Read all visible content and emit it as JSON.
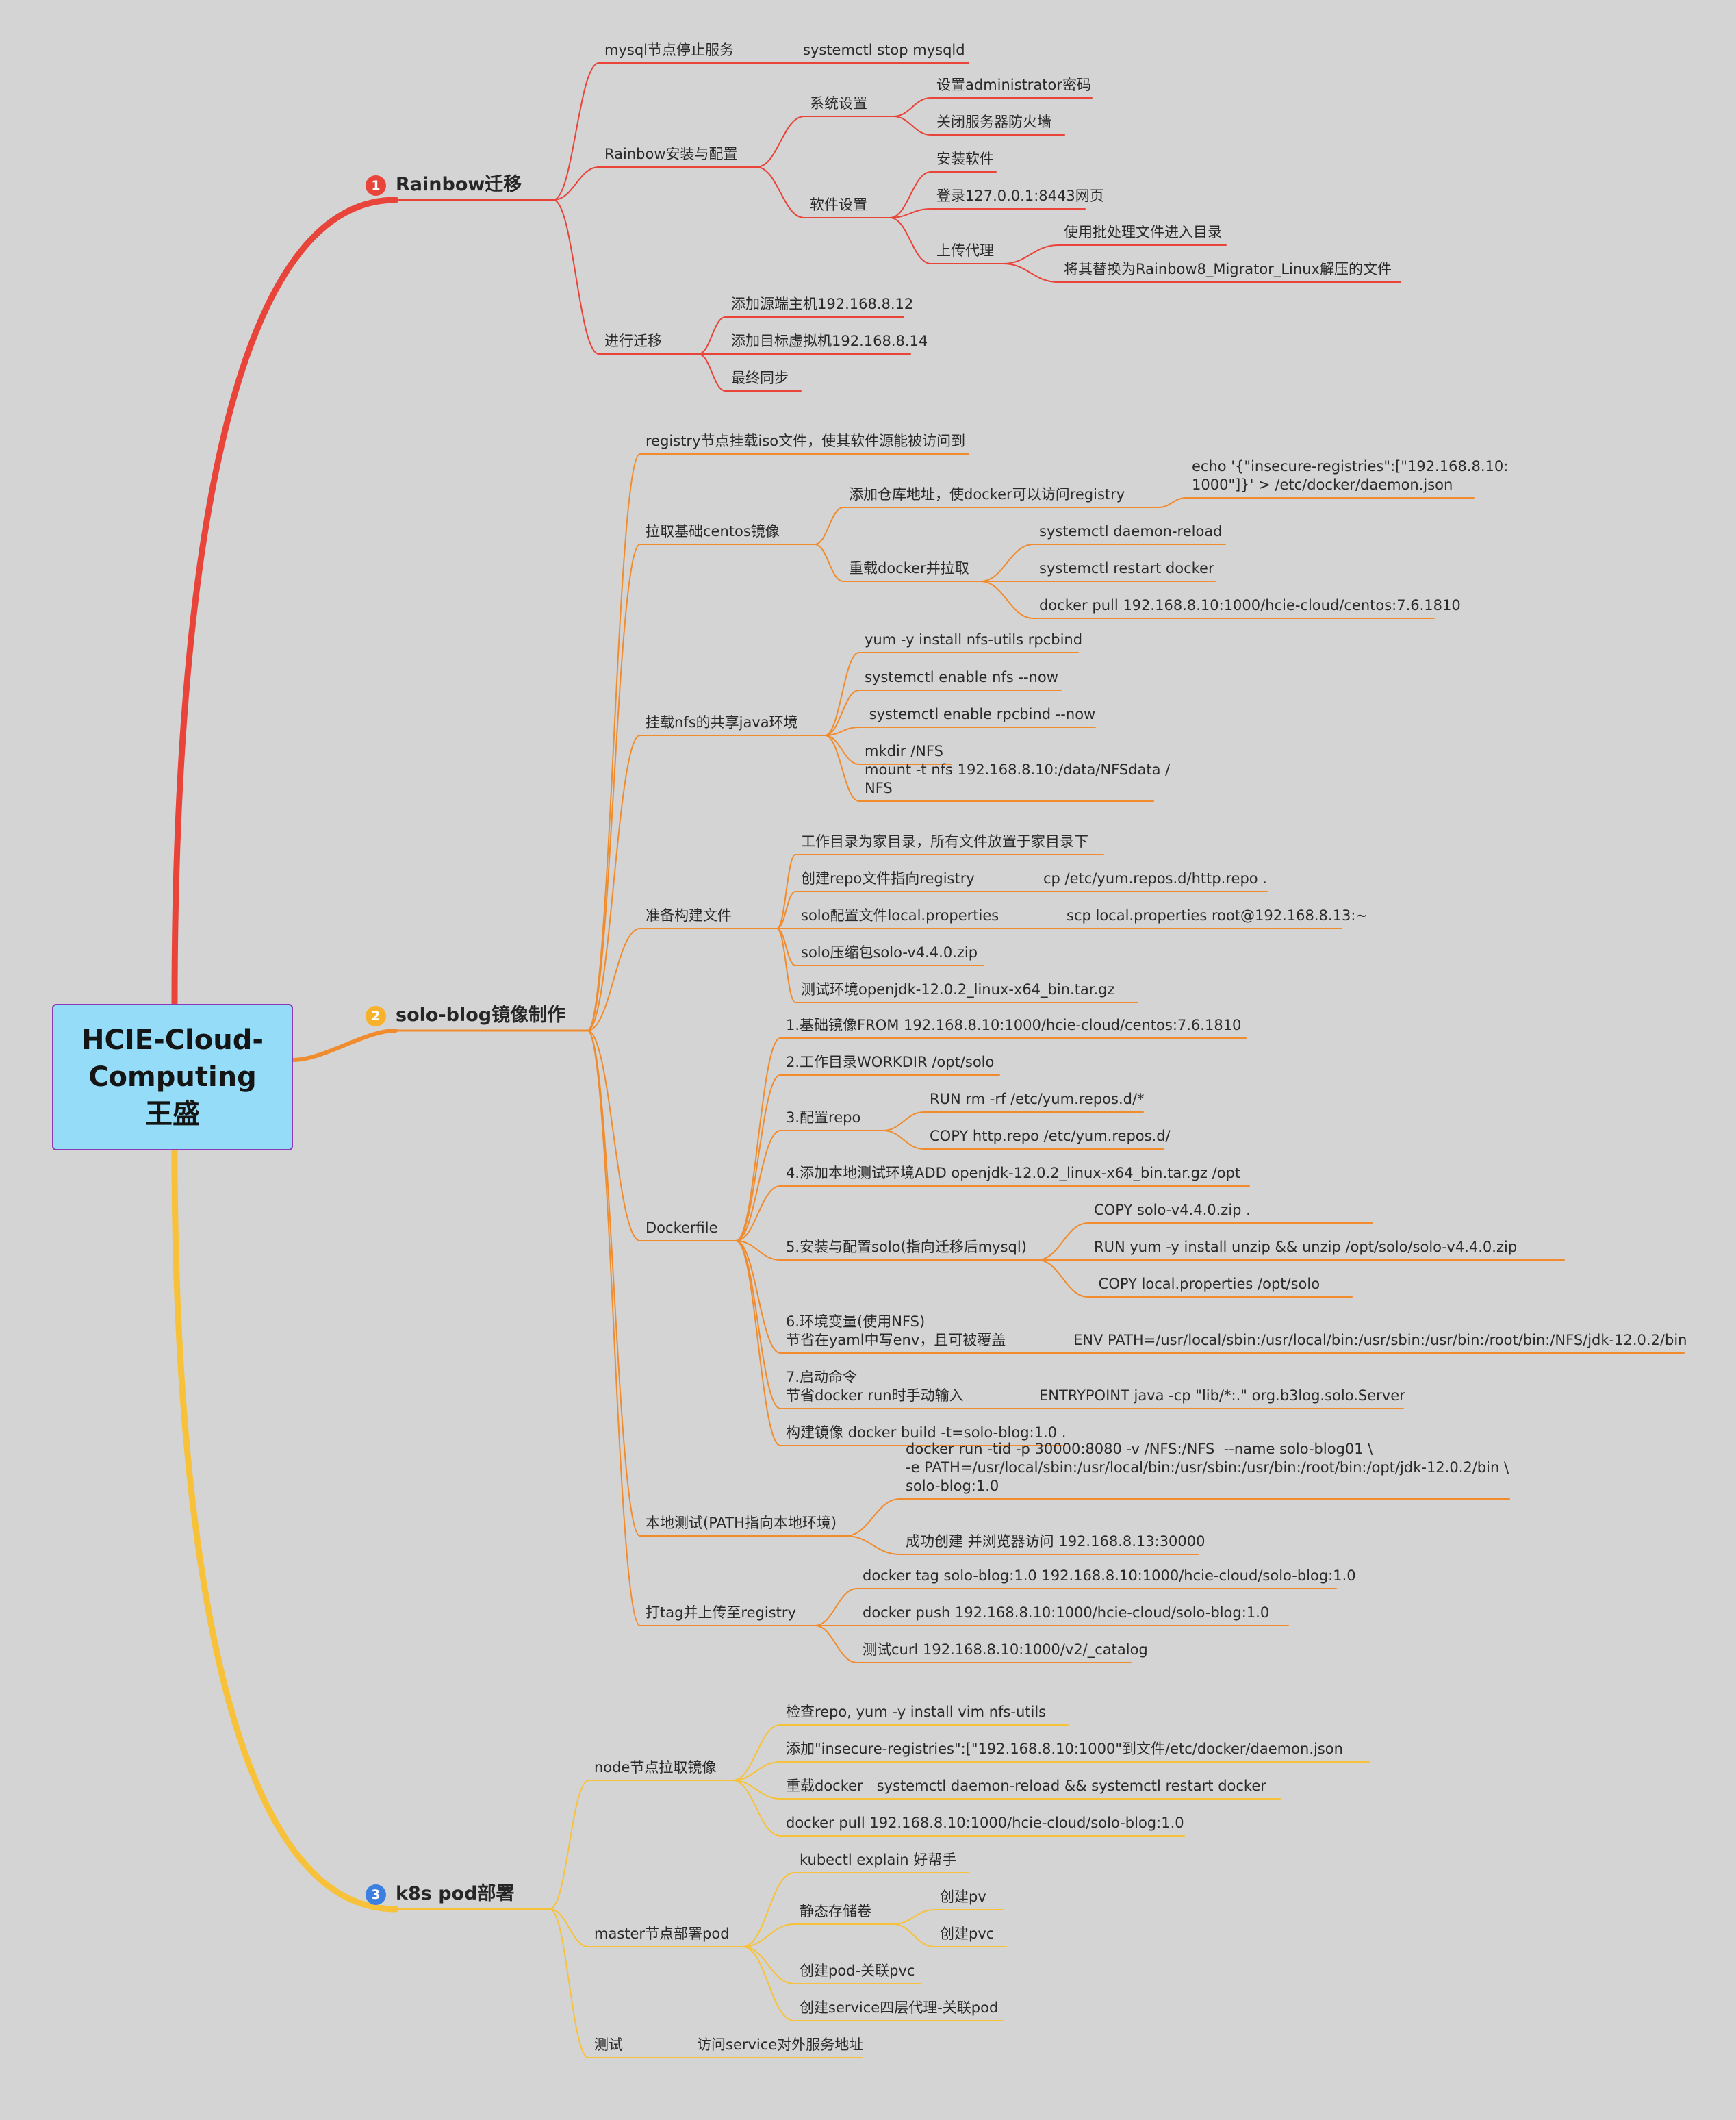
{
  "root": "HCIE-Cloud-\nComputing\n王盛",
  "colors": {
    "b0": "#e8443a",
    "b1": "#f08c2e",
    "b2": "#f7c23a",
    "badge0": "#e8443a",
    "badge1": "#f7b12b",
    "badge2": "#3b7fe0"
  },
  "branches": [
    {
      "badge": "1",
      "label": "Rainbow迁移",
      "children": [
        {
          "label": "mysql节点停止服务",
          "children": [
            {
              "label": "systemctl stop mysqld"
            }
          ]
        },
        {
          "label": "Rainbow安装与配置",
          "children": [
            {
              "label": "系统设置",
              "children": [
                {
                  "label": "设置administrator密码"
                },
                {
                  "label": "关闭服务器防火墙"
                }
              ]
            },
            {
              "label": "软件设置",
              "children": [
                {
                  "label": "安装软件"
                },
                {
                  "label": "登录127.0.0.1:8443网页"
                },
                {
                  "label": "上传代理",
                  "children": [
                    {
                      "label": "使用批处理文件进入目录"
                    },
                    {
                      "label": "将其替换为Rainbow8_Migrator_Linux解压的文件"
                    }
                  ]
                }
              ]
            }
          ]
        },
        {
          "label": "进行迁移",
          "children": [
            {
              "label": "添加源端主机192.168.8.12"
            },
            {
              "label": "添加目标虚拟机192.168.8.14"
            },
            {
              "label": "最终同步"
            }
          ]
        }
      ]
    },
    {
      "badge": "2",
      "label": "solo-blog镜像制作",
      "children": [
        {
          "label": "registry节点挂载iso文件，使其软件源能被访问到"
        },
        {
          "label": "拉取基础centos镜像",
          "children": [
            {
              "label": "添加仓库地址，使docker可以访问registry",
              "children": [
                {
                  "label": "echo '{\"insecure-registries\":[\"192.168.8.10:\n1000\"]}' > /etc/docker/daemon.json"
                }
              ]
            },
            {
              "label": "重载docker并拉取",
              "children": [
                {
                  "label": "systemctl daemon-reload"
                },
                {
                  "label": "systemctl restart docker"
                },
                {
                  "label": "docker pull 192.168.8.10:1000/hcie-cloud/centos:7.6.1810"
                }
              ]
            }
          ]
        },
        {
          "label": "挂载nfs的共享java环境",
          "children": [
            {
              "label": "yum -y install nfs-utils rpcbind"
            },
            {
              "label": "systemctl enable nfs --now"
            },
            {
              "label": " systemctl enable rpcbind --now"
            },
            {
              "label": "mkdir /NFS"
            },
            {
              "label": "mount -t nfs 192.168.8.10:/data/NFSdata /\nNFS"
            }
          ]
        },
        {
          "label": "准备构建文件",
          "children": [
            {
              "label": "工作目录为家目录，所有文件放置于家目录下"
            },
            {
              "label": "创建repo文件指向registry",
              "children": [
                {
                  "label": "cp /etc/yum.repos.d/http.repo ."
                }
              ]
            },
            {
              "label": "solo配置文件local.properties",
              "children": [
                {
                  "label": "scp local.properties root@192.168.8.13:~"
                }
              ]
            },
            {
              "label": "solo压缩包solo-v4.4.0.zip"
            },
            {
              "label": "测试环境openjdk-12.0.2_linux-x64_bin.tar.gz"
            }
          ]
        },
        {
          "label": "Dockerfile",
          "children": [
            {
              "label": "1.基础镜像FROM 192.168.8.10:1000/hcie-cloud/centos:7.6.1810"
            },
            {
              "label": "2.工作目录WORKDIR /opt/solo"
            },
            {
              "label": "3.配置repo",
              "children": [
                {
                  "label": "RUN rm -rf /etc/yum.repos.d/*"
                },
                {
                  "label": "COPY http.repo /etc/yum.repos.d/"
                }
              ]
            },
            {
              "label": "4.添加本地测试环境ADD openjdk-12.0.2_linux-x64_bin.tar.gz /opt"
            },
            {
              "label": "5.安装与配置solo(指向迁移后mysql)",
              "children": [
                {
                  "label": "COPY solo-v4.4.0.zip ."
                },
                {
                  "label": "RUN yum -y install unzip && unzip /opt/solo/solo-v4.4.0.zip"
                },
                {
                  "label": " COPY local.properties /opt/solo"
                }
              ]
            },
            {
              "label": "6.环境变量(使用NFS)\n节省在yaml中写env，且可被覆盖",
              "children": [
                {
                  "label": "ENV PATH=/usr/local/sbin:/usr/local/bin:/usr/sbin:/usr/bin:/root/bin:/NFS/jdk-12.0.2/bin"
                }
              ]
            },
            {
              "label": "7.启动命令\n节省docker run时手动输入",
              "children": [
                {
                  "label": "ENTRYPOINT java -cp \"lib/*:.\" org.b3log.solo.Server"
                }
              ]
            },
            {
              "label": "构建镜像 docker build -t=solo-blog:1.0 ."
            }
          ]
        },
        {
          "label": "本地测试(PATH指向本地环境)",
          "children": [
            {
              "label": "docker run -tid -p 30000:8080 -v /NFS:/NFS  --name solo-blog01 \\\n-e PATH=/usr/local/sbin:/usr/local/bin:/usr/sbin:/usr/bin:/root/bin:/opt/jdk-12.0.2/bin \\\nsolo-blog:1.0"
            },
            {
              "label": "成功创建 并浏览器访问 192.168.8.13:30000"
            }
          ]
        },
        {
          "label": "打tag并上传至registry",
          "children": [
            {
              "label": "docker tag solo-blog:1.0 192.168.8.10:1000/hcie-cloud/solo-blog:1.0"
            },
            {
              "label": "docker push 192.168.8.10:1000/hcie-cloud/solo-blog:1.0"
            },
            {
              "label": "测试curl 192.168.8.10:1000/v2/_catalog"
            }
          ]
        }
      ]
    },
    {
      "badge": "3",
      "label": "k8s pod部署",
      "children": [
        {
          "label": "node节点拉取镜像",
          "children": [
            {
              "label": "检查repo, yum -y install vim nfs-utils"
            },
            {
              "label": "添加\"insecure-registries\":[\"192.168.8.10:1000\"到文件/etc/docker/daemon.json"
            },
            {
              "label": "重载docker   systemctl daemon-reload && systemctl restart docker"
            },
            {
              "label": "docker pull 192.168.8.10:1000/hcie-cloud/solo-blog:1.0"
            }
          ]
        },
        {
          "label": "master节点部署pod",
          "children": [
            {
              "label": "kubectl explain 好帮手"
            },
            {
              "label": "静态存储卷",
              "children": [
                {
                  "label": "创建pv"
                },
                {
                  "label": "创建pvc"
                }
              ]
            },
            {
              "label": "创建pod-关联pvc"
            },
            {
              "label": "创建service四层代理-关联pod"
            }
          ]
        },
        {
          "label": "测试",
          "children": [
            {
              "label": "访问service对外服务地址"
            }
          ]
        }
      ]
    }
  ]
}
